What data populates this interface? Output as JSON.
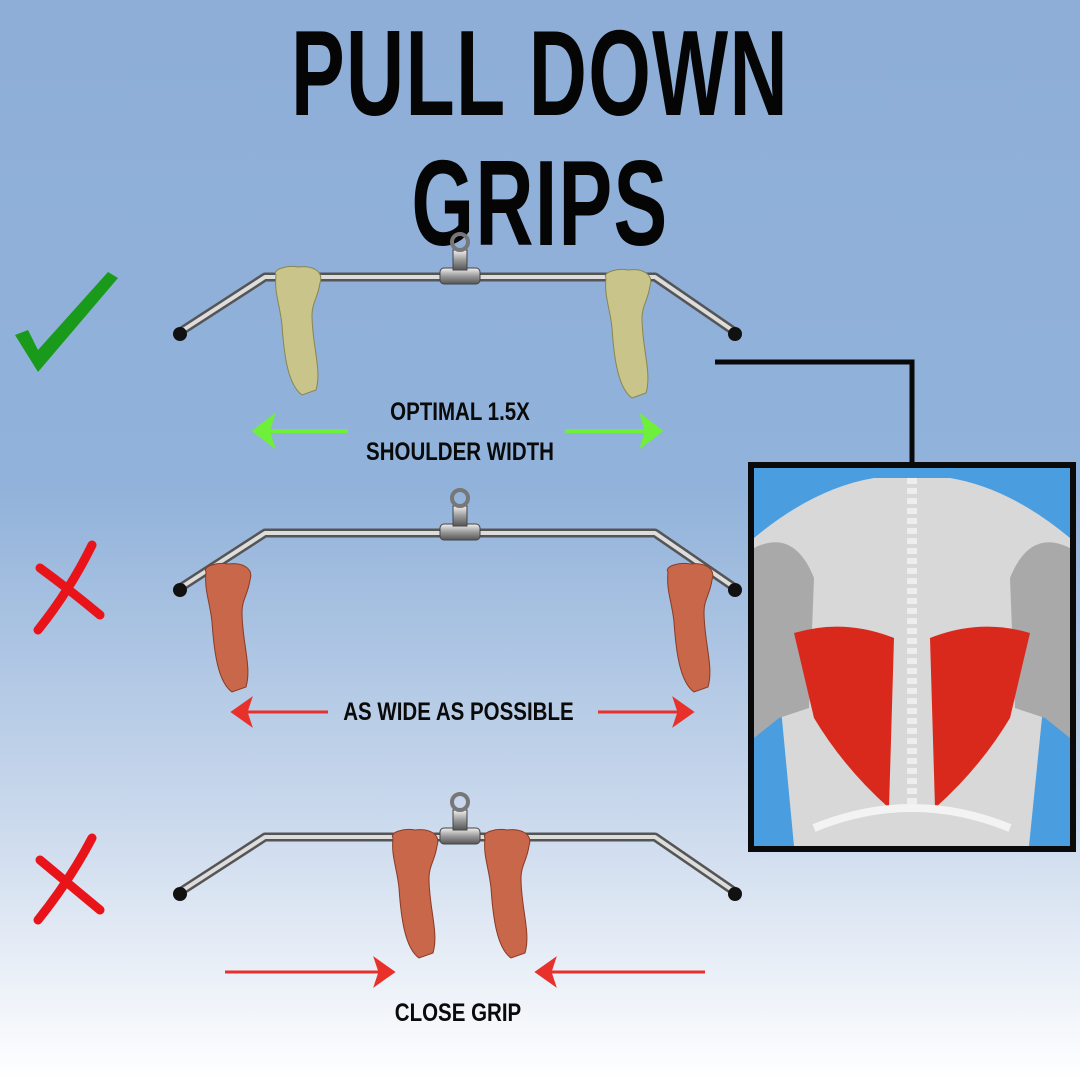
{
  "title": "PULL DOWN GRIPS",
  "grips": [
    {
      "status": "correct",
      "status_icon": "check-icon",
      "label_line1": "OPTIMAL 1.5X",
      "label_line2": "SHOULDER WIDTH",
      "arrow_color": "#6ef03a",
      "hand_color": "#c9c48a"
    },
    {
      "status": "incorrect",
      "status_icon": "x-icon",
      "label_line1": "AS WIDE AS POSSIBLE",
      "arrow_color": "#e8312a",
      "hand_color": "#c8674a"
    },
    {
      "status": "incorrect",
      "status_icon": "x-icon",
      "label_line1": "CLOSE GRIP",
      "arrow_color": "#e8312a",
      "hand_color": "#c8674a"
    }
  ],
  "colors": {
    "check": "#1a9a1a",
    "cross": "#e8141a",
    "lats": "#d9291c"
  }
}
